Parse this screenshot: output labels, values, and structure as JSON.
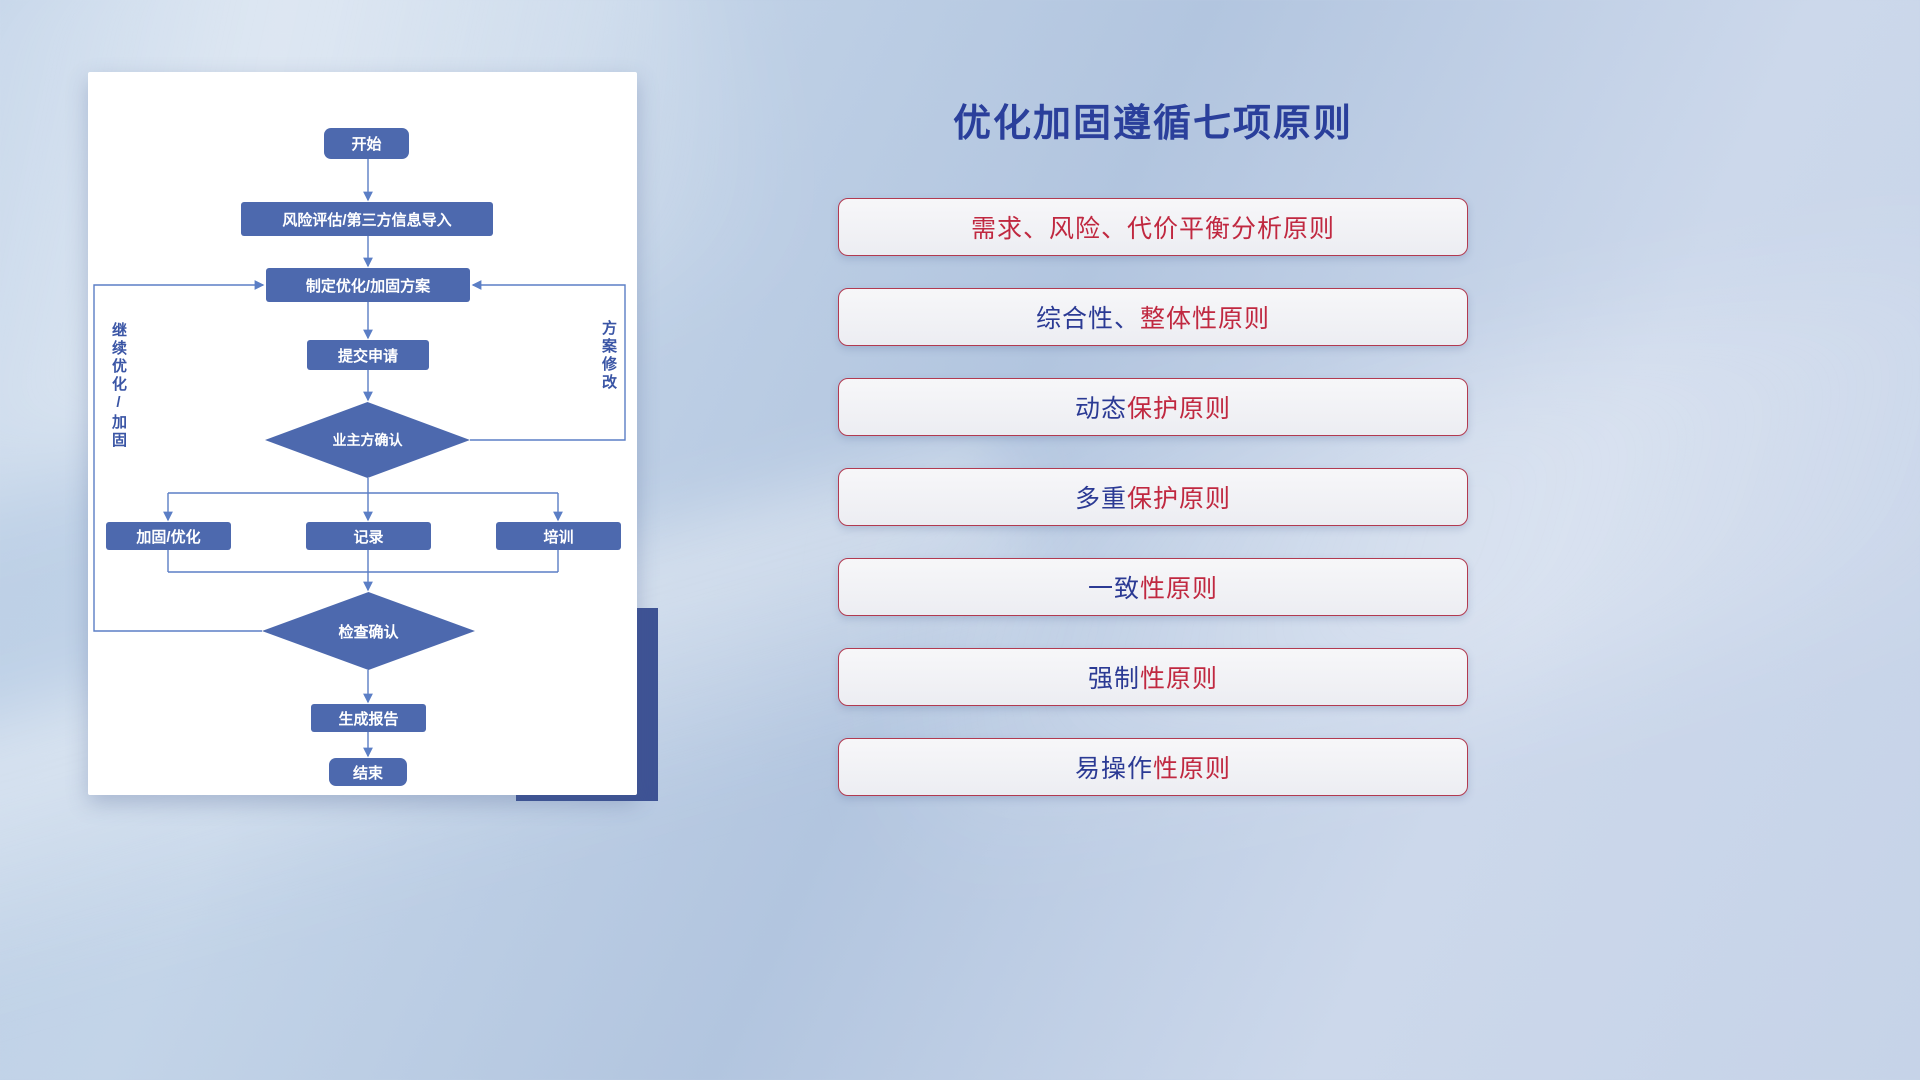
{
  "title": "优化加固遵循七项原则",
  "flowchart": {
    "nodes": {
      "start": "开始",
      "risk": "风险评估/第三方信息导入",
      "plan": "制定优化/加固方案",
      "submit": "提交申请",
      "owner_confirm": "业主方确认",
      "reinforce": "加固/优化",
      "record": "记录",
      "training": "培训",
      "check": "检查确认",
      "report": "生成报告",
      "end": "结束"
    },
    "labels": {
      "left_loop": "继续优化/加固",
      "right_loop": "方案修改"
    }
  },
  "principles": [
    {
      "prefix": "",
      "suffix": "需求、风险、代价平衡分析原则"
    },
    {
      "prefix": "综合性、",
      "suffix": "整体性原则"
    },
    {
      "prefix": "动态",
      "suffix": "保护原则"
    },
    {
      "prefix": "多重",
      "suffix": "保护原则"
    },
    {
      "prefix": "一致",
      "suffix": "性原则"
    },
    {
      "prefix": "强制",
      "suffix": "性原则"
    },
    {
      "prefix": "易操作",
      "suffix": "性原则"
    }
  ],
  "colors": {
    "node_blue": "#4d69ae",
    "line_blue": "#5b7ec5",
    "title_blue": "#2a3f9b",
    "principle_blue": "#2b3a94",
    "principle_red": "#c02840",
    "card_accent": "#3e5395"
  }
}
